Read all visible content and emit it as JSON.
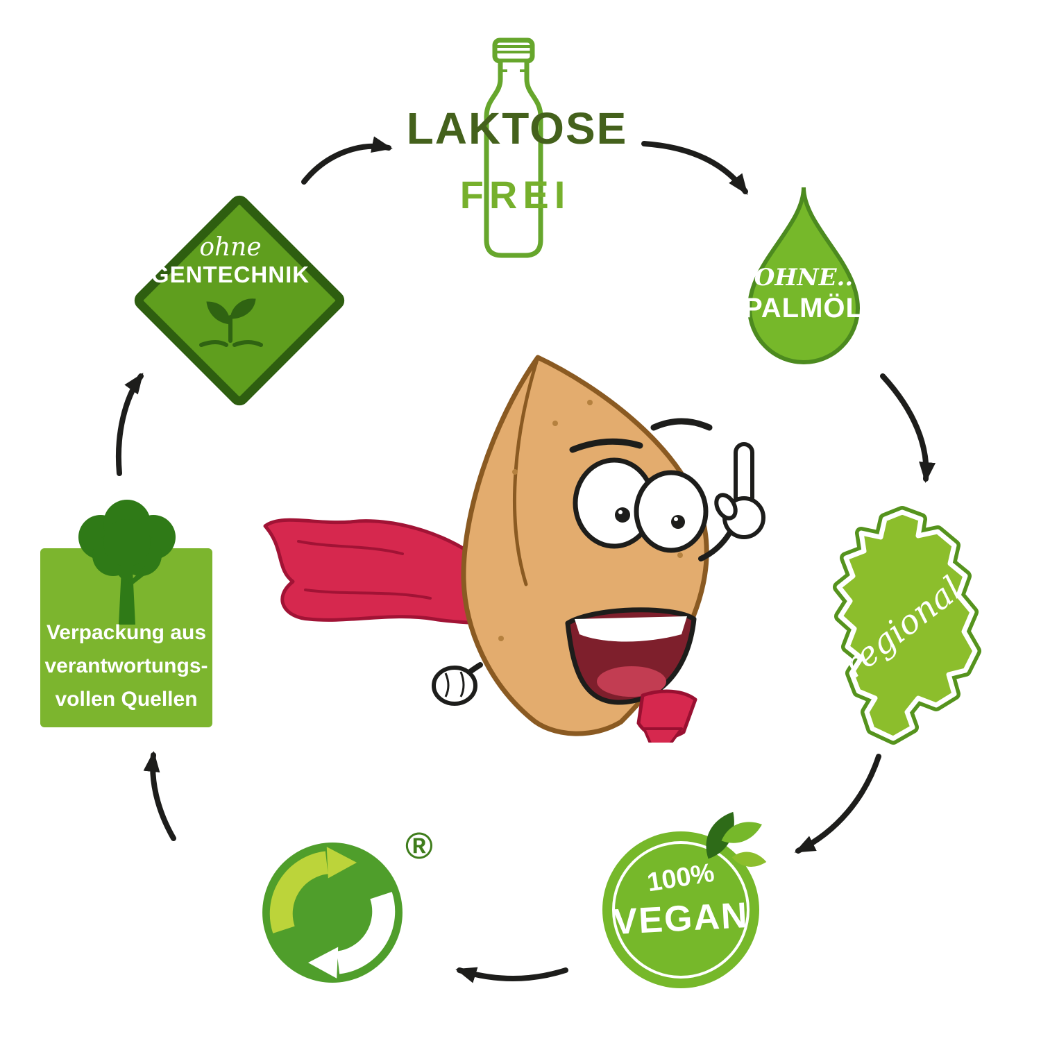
{
  "arrows": {
    "count": 7,
    "style": "clockwise-curved"
  },
  "badges": {
    "laktose_frei": {
      "icon": "milk-bottle-icon",
      "line1": "LAKTOSE",
      "line2": "FREI"
    },
    "ohne_gentechnik": {
      "icon": "sprout-icon",
      "line1": "ohne",
      "line2": "GENTECHNIK"
    },
    "ohne_palmoel": {
      "icon": "water-drop-icon",
      "line1": "OHNE..",
      "line2": "PALMÖL"
    },
    "regional": {
      "icon": "germany-map-icon",
      "label": "regional"
    },
    "vegan": {
      "icon": "leaves-icon",
      "line1": "100%",
      "line2": "VEGAN"
    },
    "gruener_punkt": {
      "icon": "green-dot-recycling-icon",
      "registered_mark": "®"
    },
    "verpackung": {
      "icon": "tree-icon",
      "lines": [
        "Verpackung aus",
        "verantwortungs-",
        "vollen Quellen"
      ]
    }
  },
  "mascot": {
    "icon": "fortune-cookie-superhero-icon"
  },
  "colors": {
    "green": "#76b82a",
    "mid_green": "#5f9e1e",
    "dark_green": "#2f6312",
    "light_green": "#bcd43a",
    "map_green": "#8cbe2c",
    "text_green": "#44611c",
    "frei_green": "#76b02c",
    "cape_red": "#d6284e",
    "cookie_tan": "#e3ac6e",
    "arrow_black": "#1d1d1b",
    "background": "#ffffff"
  }
}
